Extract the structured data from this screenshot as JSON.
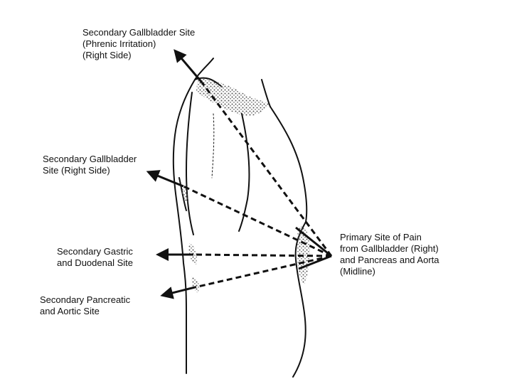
{
  "labels": {
    "gallbladder_phrenic": [
      "Secondary Gallbladder Site",
      "(Phrenic Irritation)",
      "(Right Side)"
    ],
    "gallbladder_right": [
      "Secondary Gallbladder",
      "Site (Right Side)"
    ],
    "gastric_duodenal": [
      "Secondary Gastric",
      "and Duodenal Site"
    ],
    "pancreatic_aortic": [
      "Secondary Pancreatic",
      "and Aortic Site"
    ],
    "primary": [
      "Primary Site of Pain",
      "from Gallbladder (Right)",
      "and Pancreas and Aorta",
      "(Midline)"
    ]
  },
  "colors": {
    "ink": "#111111",
    "stipple": "#555555",
    "background": "#ffffff"
  }
}
